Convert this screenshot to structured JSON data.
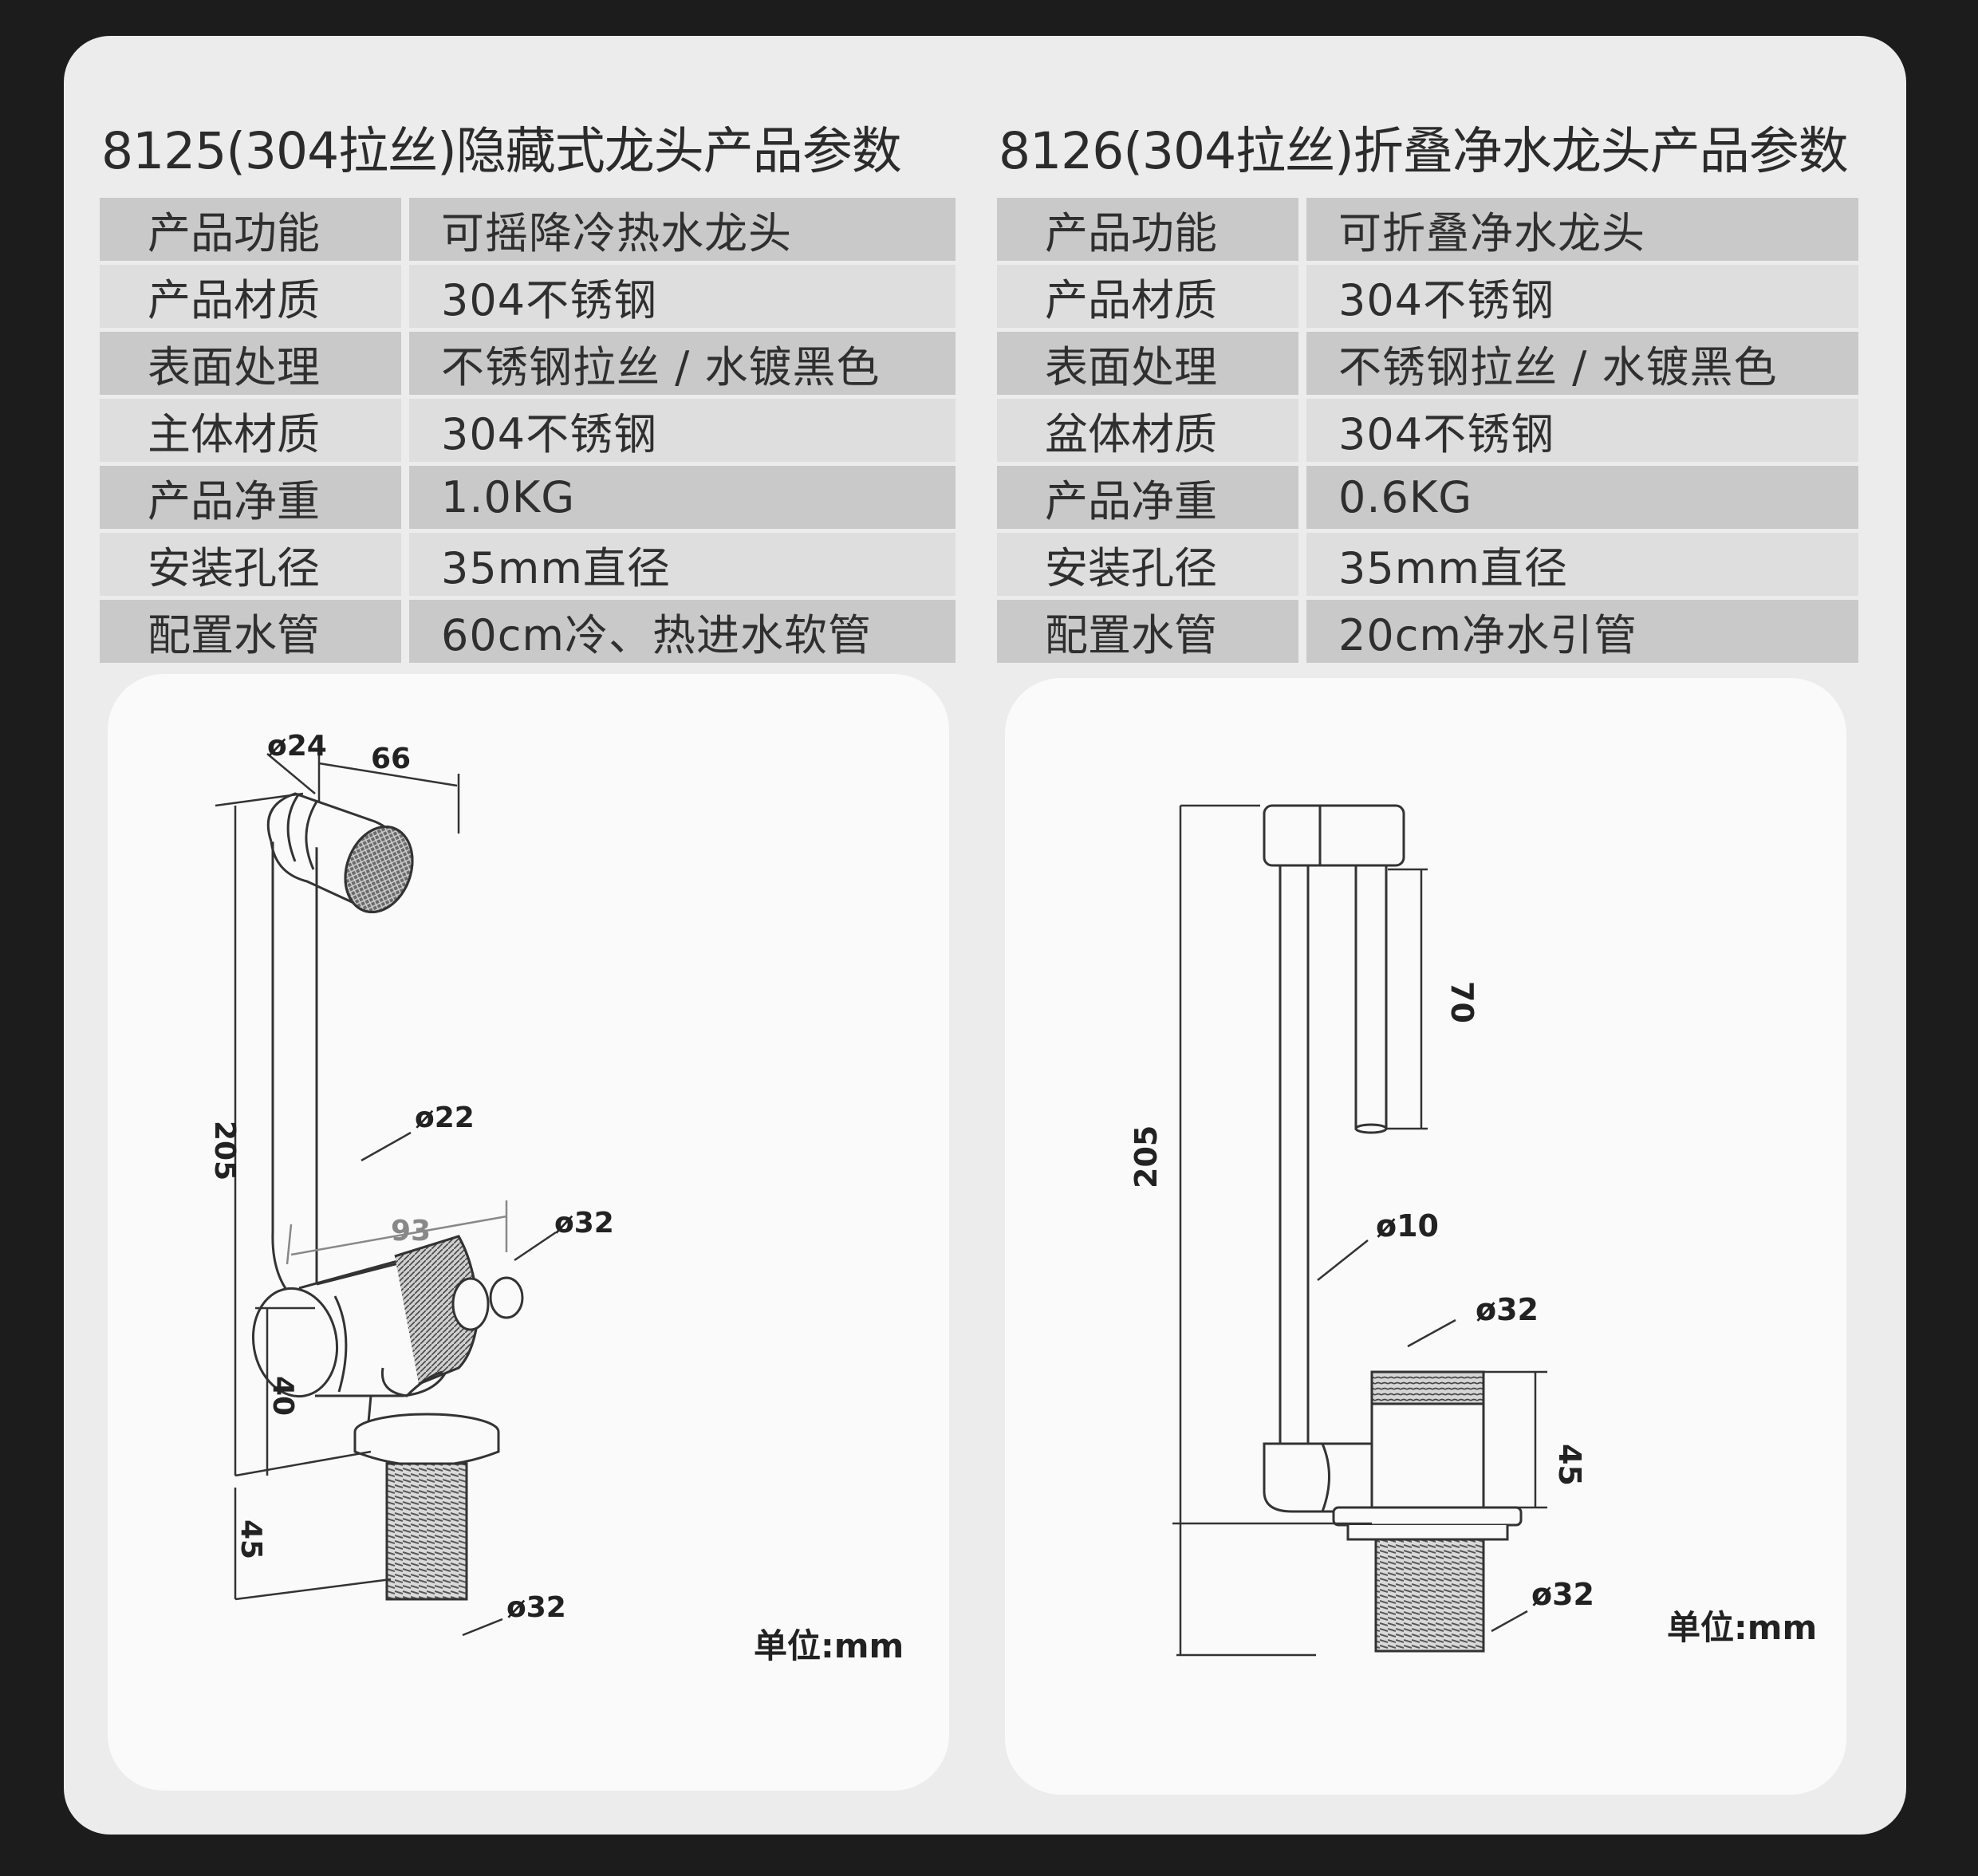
{
  "left": {
    "title": "8125(304拉丝)隐藏式龙头产品参数",
    "rows": [
      {
        "k": "产品功能",
        "v": "可摇降冷热水龙头"
      },
      {
        "k": "产品材质",
        "v": "304不锈钢"
      },
      {
        "k": "表面处理",
        "v": "不锈钢拉丝 / 水镀黑色"
      },
      {
        "k": "主体材质",
        "v": "304不锈钢"
      },
      {
        "k": "产品净重",
        "v": "1.0KG"
      },
      {
        "k": "安装孔径",
        "v": "35mm直径"
      },
      {
        "k": "配置水管",
        "v": "60cm冷、热进水软管"
      }
    ],
    "dims": {
      "d24": "ø24",
      "w66": "66",
      "h205": "205",
      "d22": "ø22",
      "w93": "93",
      "d32a": "ø32",
      "h40": "40",
      "h45": "45",
      "d32b": "ø32"
    },
    "unit": "单位:mm"
  },
  "right": {
    "title": "8126(304拉丝)折叠净水龙头产品参数",
    "rows": [
      {
        "k": "产品功能",
        "v": "可折叠净水龙头"
      },
      {
        "k": "产品材质",
        "v": "304不锈钢"
      },
      {
        "k": "表面处理",
        "v": "不锈钢拉丝 / 水镀黑色"
      },
      {
        "k": "盆体材质",
        "v": "304不锈钢"
      },
      {
        "k": "产品净重",
        "v": "0.6KG"
      },
      {
        "k": "安装孔径",
        "v": "35mm直径"
      },
      {
        "k": "配置水管",
        "v": "20cm净水引管"
      }
    ],
    "dims": {
      "h70": "70",
      "h205": "205",
      "d10": "ø10",
      "d32a": "ø32",
      "h45": "45",
      "d32b": "ø32"
    },
    "unit": "单位:mm"
  }
}
